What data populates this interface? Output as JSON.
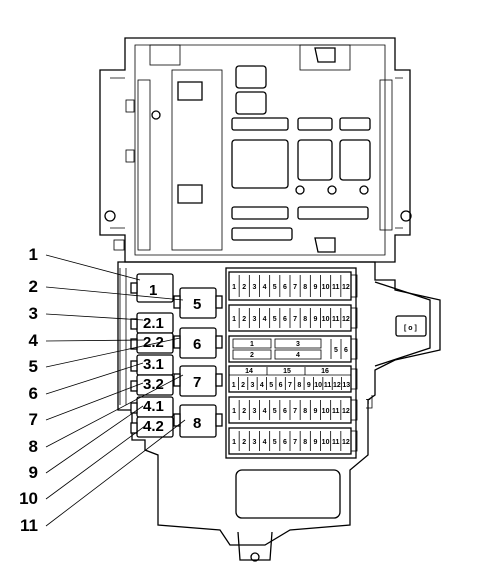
{
  "callouts": [
    "1",
    "2",
    "3",
    "4",
    "5",
    "6",
    "7",
    "8",
    "9",
    "10",
    "11"
  ],
  "relays": {
    "r1": "1",
    "r5": "5",
    "r21": "2.1",
    "r22": "2.2",
    "r6": "6",
    "r31": "3.1",
    "r32": "3.2",
    "r7": "7",
    "r41": "4.1",
    "r42": "4.2",
    "r8": "8"
  },
  "fuse_row_a": [
    "1",
    "2",
    "3",
    "4",
    "5",
    "6",
    "7",
    "8",
    "9",
    "10",
    "11",
    "12"
  ],
  "fuse_row_b": [
    "1",
    "2",
    "3",
    "4",
    "5",
    "6",
    "7",
    "8",
    "9",
    "10",
    "11",
    "12"
  ],
  "fuse_row_c_top": [
    "1",
    "3"
  ],
  "fuse_row_c_bottom": [
    "2",
    "4"
  ],
  "fuse_row_c_side": [
    "5",
    "6"
  ],
  "fuse_row_d_top": [
    "14",
    "15",
    "16"
  ],
  "fuse_row_d": [
    "1",
    "2",
    "3",
    "4",
    "5",
    "6",
    "7",
    "8",
    "9",
    "10",
    "11",
    "12",
    "13"
  ],
  "fuse_row_e": [
    "1",
    "2",
    "3",
    "4",
    "5",
    "6",
    "7",
    "8",
    "9",
    "10",
    "11",
    "12"
  ],
  "fuse_row_f": [
    "1",
    "2",
    "3",
    "4",
    "5",
    "6",
    "7",
    "8",
    "9",
    "10",
    "11",
    "12"
  ]
}
